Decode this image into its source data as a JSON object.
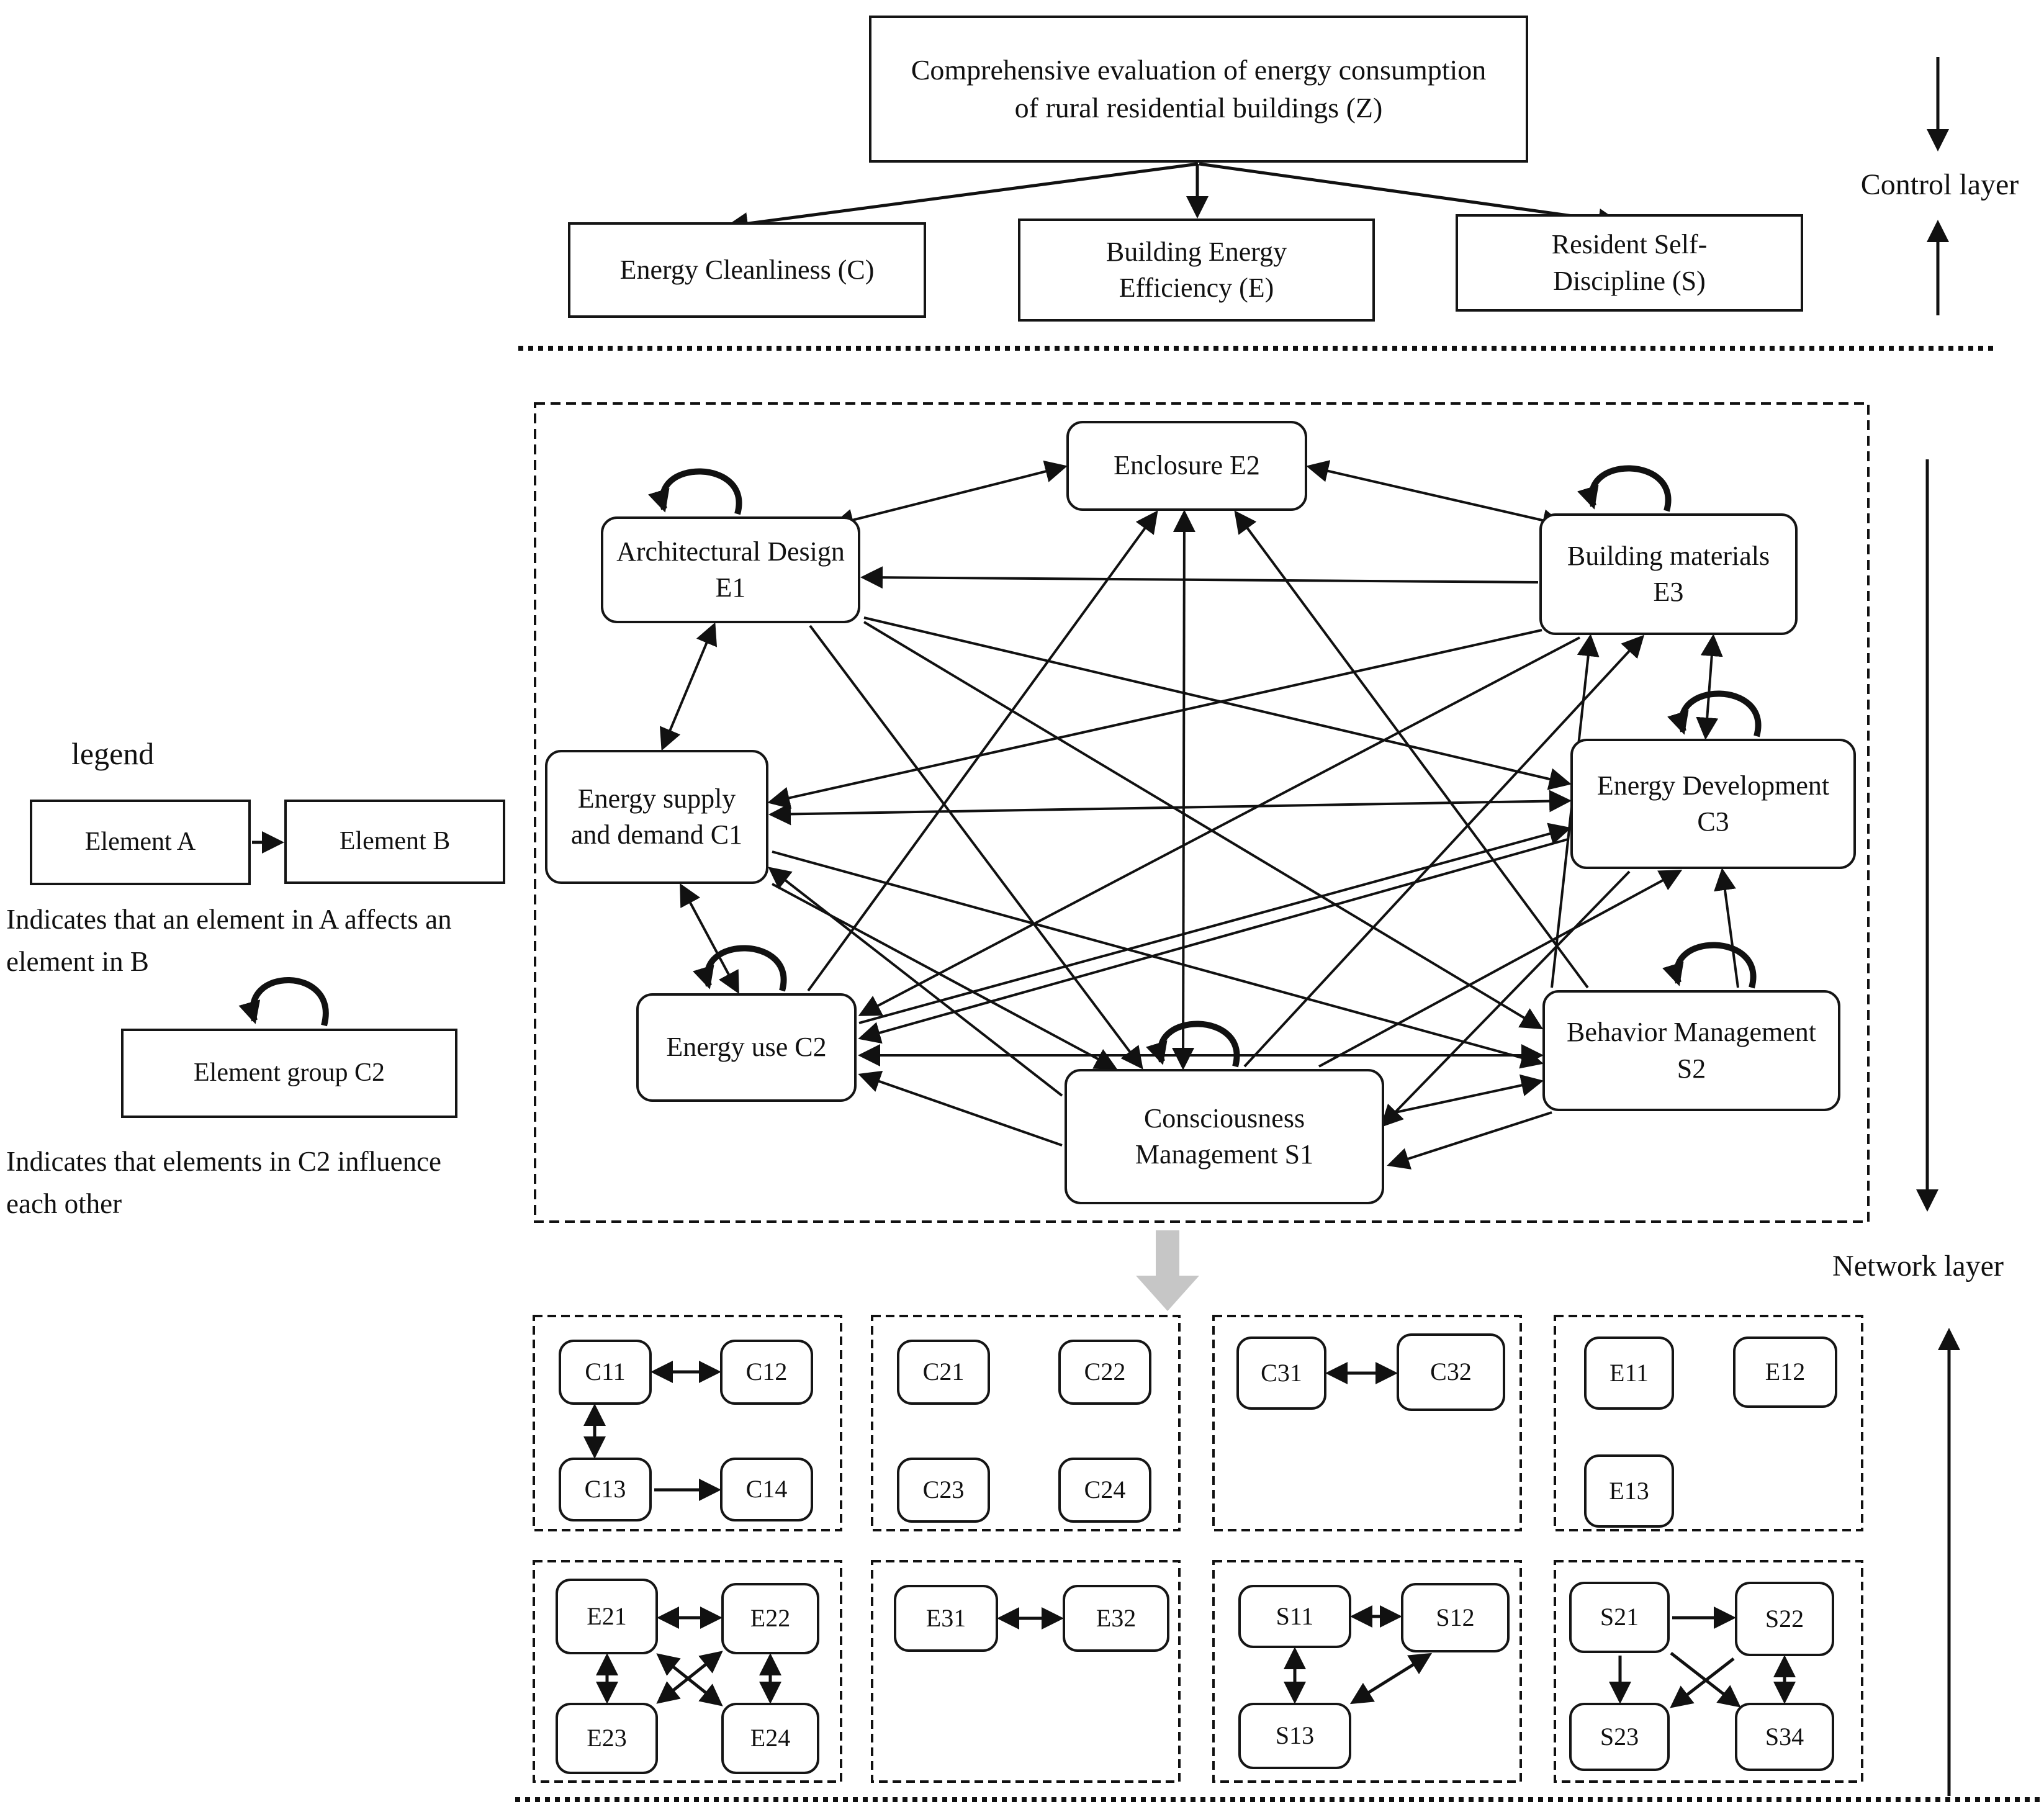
{
  "control_layer": {
    "goal_label": "Comprehensive evaluation of energy consumption of rural residential buildings (Z)",
    "criteria": [
      {
        "id": "C",
        "label": "Energy Cleanliness (C)"
      },
      {
        "id": "E",
        "label": "Building Energy Efficiency (E)"
      },
      {
        "id": "S",
        "label": "Resident Self-Discipline (S)"
      }
    ],
    "side_label": "Control layer"
  },
  "network_layer": {
    "side_label": "Network layer",
    "nodes": [
      {
        "id": "E2",
        "label": "Enclosure E2"
      },
      {
        "id": "E1",
        "label": "Architectural Design E1"
      },
      {
        "id": "E3",
        "label": "Building materials E3"
      },
      {
        "id": "C1",
        "label": "Energy supply and demand C1"
      },
      {
        "id": "C3",
        "label": "Energy Development C3"
      },
      {
        "id": "C2",
        "label": "Energy use C2"
      },
      {
        "id": "S2",
        "label": "Behavior Management S2"
      },
      {
        "id": "S1",
        "label": "Consciousness Management S1"
      }
    ],
    "self_loop_nodes": [
      "E1",
      "E3",
      "C2",
      "C3",
      "S2",
      "S1"
    ],
    "edges": [
      {
        "from": "E1",
        "to": "E2",
        "double": true
      },
      {
        "from": "E3",
        "to": "E2",
        "double": true
      },
      {
        "from": "E3",
        "to": "E1",
        "double": false
      },
      {
        "from": "E1",
        "to": "C1",
        "double": true
      },
      {
        "from": "C1",
        "to": "C2",
        "double": true
      },
      {
        "from": "C1",
        "to": "C3",
        "double": true
      },
      {
        "from": "E2",
        "to": "S1",
        "double": true
      },
      {
        "from": "C2",
        "to": "E2",
        "double": false
      },
      {
        "from": "S2",
        "to": "E2",
        "double": false
      },
      {
        "from": "S1",
        "to": "E3",
        "double": false
      },
      {
        "from": "S2",
        "to": "E3",
        "double": false
      },
      {
        "from": "C3",
        "to": "E3",
        "double": true
      },
      {
        "from": "E1",
        "to": "C3",
        "double": false
      },
      {
        "from": "C2",
        "to": "C3",
        "double": false
      },
      {
        "from": "S1",
        "to": "C3",
        "double": false
      },
      {
        "from": "S2",
        "to": "C3",
        "double": false
      },
      {
        "from": "C3",
        "to": "C2",
        "double": false
      },
      {
        "from": "S2",
        "to": "C2",
        "double": true
      },
      {
        "from": "S1",
        "to": "C2",
        "double": false
      },
      {
        "from": "E3",
        "to": "C2",
        "double": false
      },
      {
        "from": "E1",
        "to": "S2",
        "double": false
      },
      {
        "from": "C1",
        "to": "S2",
        "double": false
      },
      {
        "from": "S1",
        "to": "S2",
        "double": false
      },
      {
        "from": "S2",
        "to": "S1",
        "double": false
      },
      {
        "from": "C3",
        "to": "S1",
        "double": false
      },
      {
        "from": "E1",
        "to": "S1",
        "double": false
      },
      {
        "from": "C1",
        "to": "S1",
        "double": false
      },
      {
        "from": "E3",
        "to": "C1",
        "double": false
      },
      {
        "from": "S1",
        "to": "C1",
        "double": false
      }
    ]
  },
  "element_layer": {
    "groups": [
      {
        "id": "C1-elements",
        "items": [
          "C11",
          "C12",
          "C13",
          "C14"
        ],
        "edges": [
          {
            "from": "C11",
            "to": "C12",
            "double": true
          },
          {
            "from": "C11",
            "to": "C13",
            "double": true
          },
          {
            "from": "C13",
            "to": "C14",
            "double": false
          }
        ]
      },
      {
        "id": "C2-elements",
        "items": [
          "C21",
          "C22",
          "C23",
          "C24"
        ],
        "edges": []
      },
      {
        "id": "C3-elements",
        "items": [
          "C31",
          "C32"
        ],
        "edges": [
          {
            "from": "C31",
            "to": "C32",
            "double": true
          }
        ]
      },
      {
        "id": "E1-elements",
        "items": [
          "E11",
          "E12",
          "E13"
        ],
        "edges": []
      },
      {
        "id": "E2-elements",
        "items": [
          "E21",
          "E22",
          "E23",
          "E24"
        ],
        "edges": [
          {
            "from": "E21",
            "to": "E22",
            "double": true
          },
          {
            "from": "E21",
            "to": "E23",
            "double": true
          },
          {
            "from": "E22",
            "to": "E24",
            "double": true
          },
          {
            "from": "E21",
            "to": "E24",
            "double": true
          },
          {
            "from": "E23",
            "to": "E22",
            "double": true
          }
        ]
      },
      {
        "id": "E3-elements",
        "items": [
          "E31",
          "E32"
        ],
        "edges": [
          {
            "from": "E31",
            "to": "E32",
            "double": true
          }
        ]
      },
      {
        "id": "S1-elements",
        "items": [
          "S11",
          "S12",
          "S13"
        ],
        "edges": [
          {
            "from": "S11",
            "to": "S12",
            "double": true
          },
          {
            "from": "S11",
            "to": "S13",
            "double": true
          },
          {
            "from": "S13",
            "to": "S12",
            "double": true
          }
        ]
      },
      {
        "id": "S2-elements",
        "items": [
          "S21",
          "S22",
          "S23",
          "S34"
        ],
        "edges": [
          {
            "from": "S21",
            "to": "S22",
            "double": false
          },
          {
            "from": "S21",
            "to": "S23",
            "double": false
          },
          {
            "from": "S21",
            "to": "S34",
            "double": false
          },
          {
            "from": "S22",
            "to": "S23",
            "double": false
          },
          {
            "from": "S22",
            "to": "S34",
            "double": true
          }
        ]
      }
    ]
  },
  "legend": {
    "title": "legend",
    "element_a": "Element A",
    "element_b": "Element B",
    "caption_arrow": "Indicates that an element in A affects an element in B",
    "element_group": "Element group C2",
    "caption_loop": "Indicates that elements in C2 influence each other"
  },
  "colors": {
    "ink": "#111111",
    "gray_arrow": "#c6c6c6",
    "background": "#ffffff"
  }
}
